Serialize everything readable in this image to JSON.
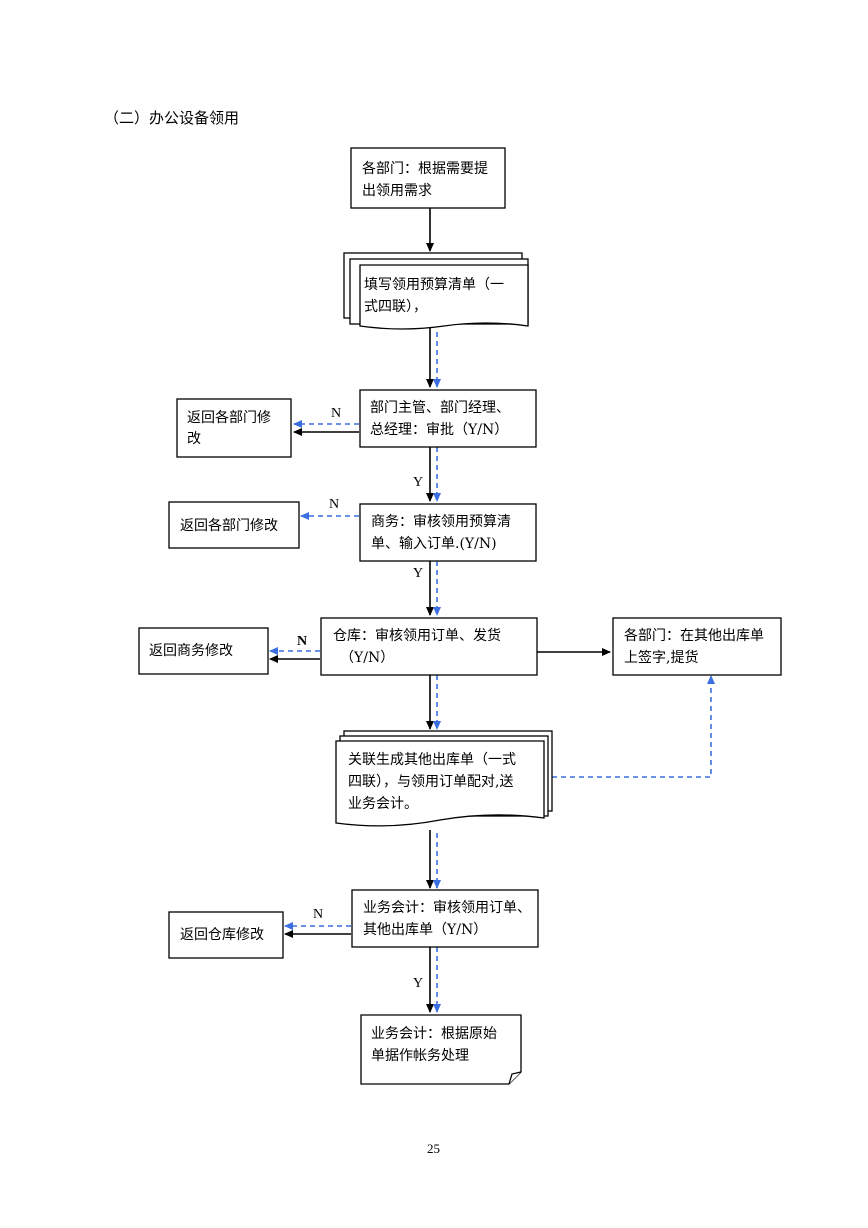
{
  "heading": "（二）办公设备领用",
  "page_number": "25",
  "nodes": {
    "request": [
      "各部门：根据需要提",
      "出领用需求"
    ],
    "fill_form": [
      "填写领用预算清单（一",
      "式四联），"
    ],
    "manager_approve": [
      "部门主管、部门经理、",
      "总经理：审批（Y/N）"
    ],
    "business_review": [
      "商务：审核领用预算清",
      "单、输入订单.(Y/N)"
    ],
    "warehouse": [
      "仓库：审核领用订单、发货",
      "（Y/N）"
    ],
    "dept_sign": [
      "各部门：在其他出库单",
      "上签字,提货"
    ],
    "outbound_doc": [
      "关联生成其他出库单（一式",
      "四联），与领用订单配对,送",
      "业务会计。"
    ],
    "accountant_review": [
      "业务会计：审核领用订单、",
      "其他出库单（Y/N）"
    ],
    "accountant_process": [
      "业务会计：根据原始",
      "单据作帐务处理"
    ],
    "return_1": [
      "返回各部门修",
      "改"
    ],
    "return_2": [
      "返回各部门修改"
    ],
    "return_3": [
      "返回商务修改"
    ],
    "return_4": [
      "返回仓库修改"
    ]
  },
  "labels": {
    "no": "N",
    "yes": "Y"
  },
  "colors": {
    "flow_line": "#000000",
    "dashed_line": "#3b6fe0"
  }
}
